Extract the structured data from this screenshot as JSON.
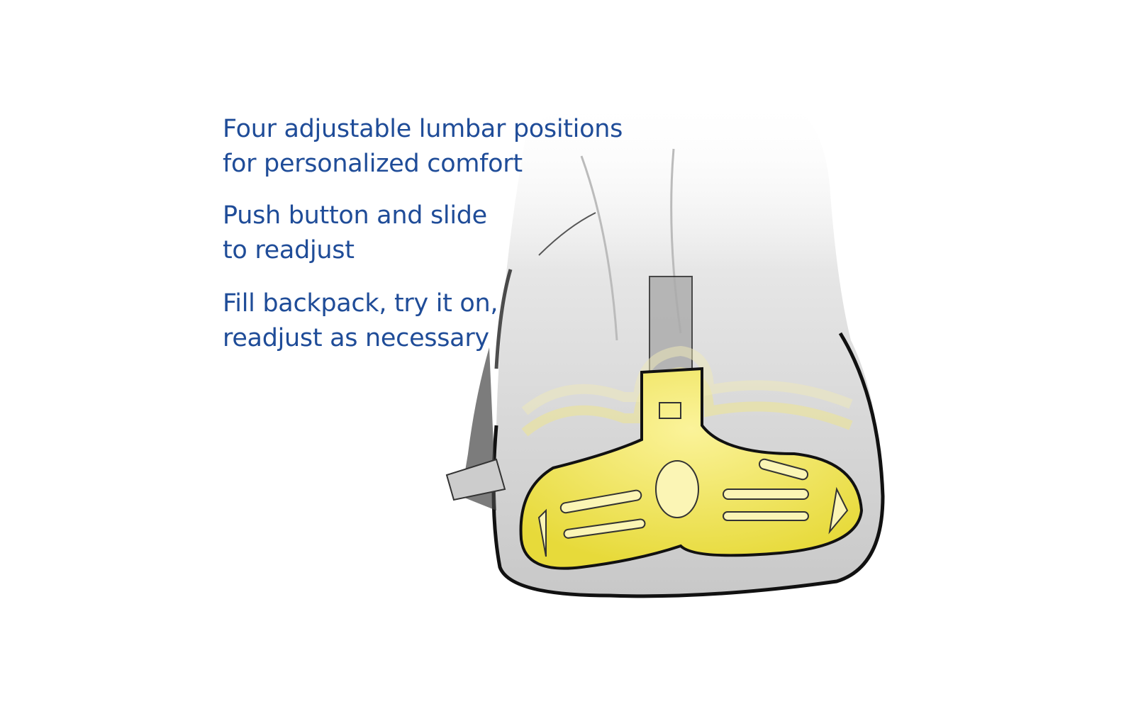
{
  "captions": [
    {
      "line1": "Four adjustable lumbar positions",
      "line2": "for personalized comfort"
    },
    {
      "line1": "Push button and slide",
      "line2": "to readjust"
    },
    {
      "line1": "Fill backpack, try it on,",
      "line2": "readjust  as necessary"
    }
  ],
  "colors": {
    "text": "#1f4c98",
    "pad": "#efe45a",
    "shell": "#d9d9d9"
  }
}
